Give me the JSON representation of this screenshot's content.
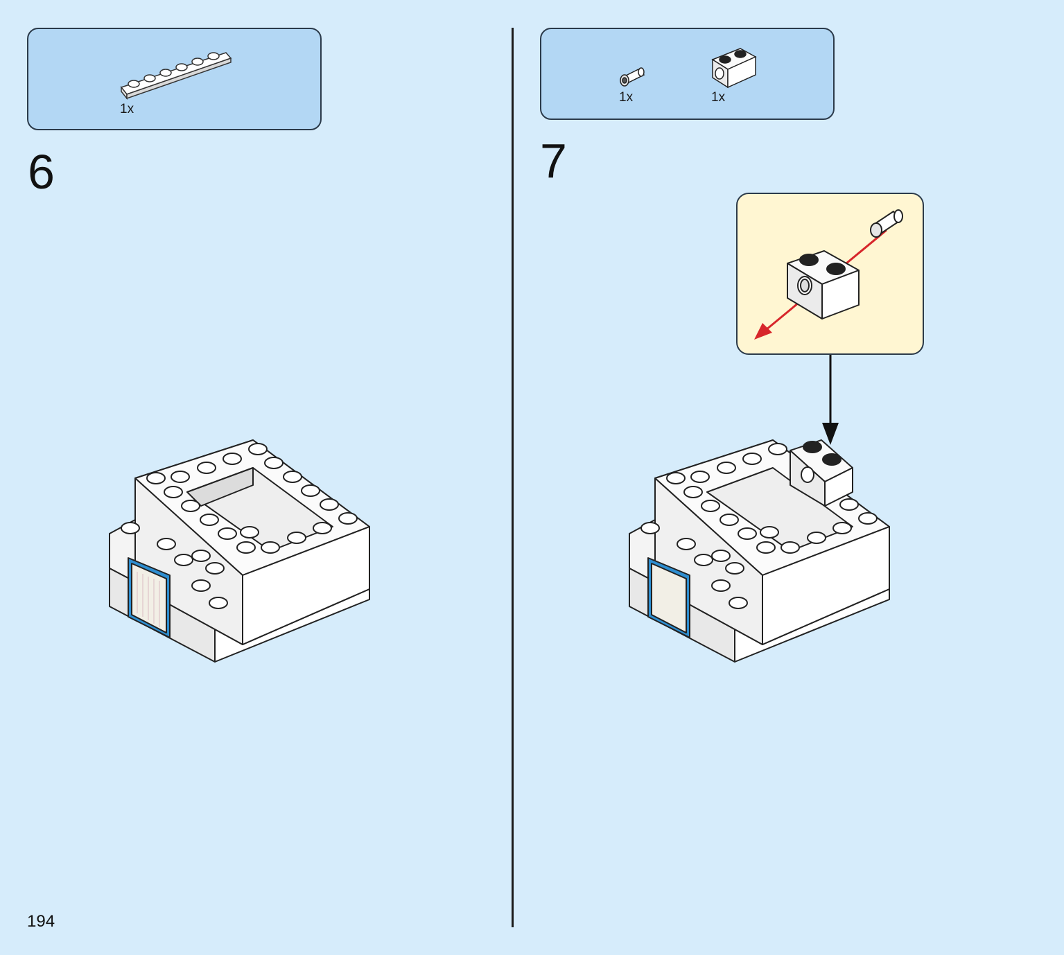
{
  "page": {
    "number": "194"
  },
  "steps": [
    {
      "number": "6",
      "parts": [
        {
          "quantity": "1x",
          "part_name": "plate-1x6-icon",
          "color": "#ffffff"
        }
      ]
    },
    {
      "number": "7",
      "parts": [
        {
          "quantity": "1x",
          "part_name": "pin-icon",
          "color": "#ffffff"
        },
        {
          "quantity": "1x",
          "part_name": "technic-brick-1x2-icon",
          "color": "#ffffff"
        }
      ],
      "callout": {
        "arrow_color": "#d7262b"
      }
    }
  ],
  "colors": {
    "background": "#d6ecfb",
    "parts_box": "#b3d7f4",
    "callout": "#fff6d2",
    "tile_blue": "#2e8ed0"
  }
}
